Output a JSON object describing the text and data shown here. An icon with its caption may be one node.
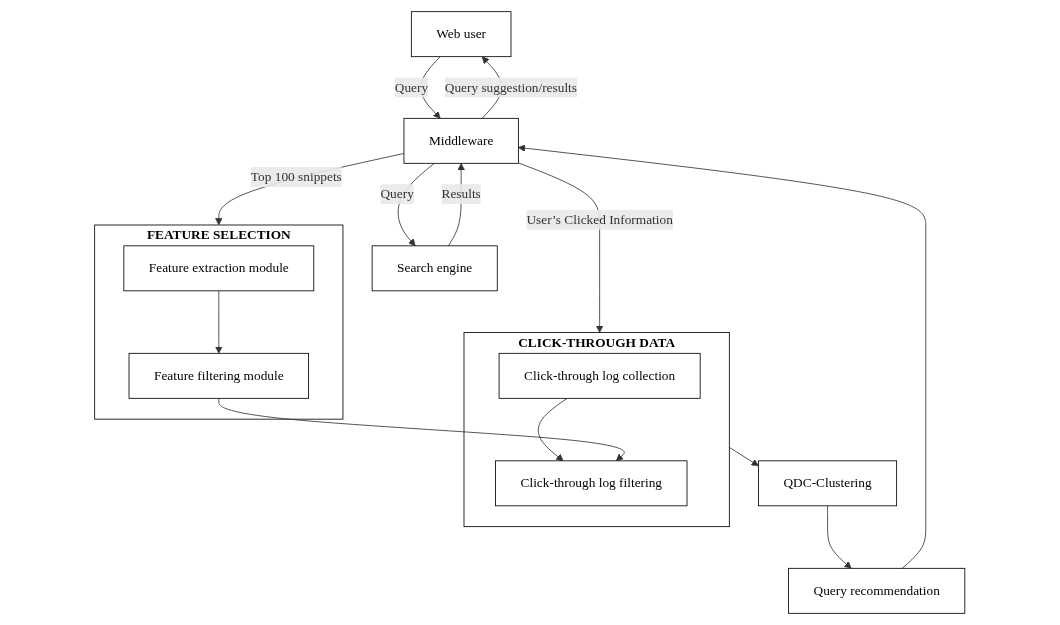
{
  "diagram": {
    "nodes": [
      {
        "text": [
          "Web user"
        ]
      },
      {
        "text": [
          "Middleware"
        ]
      },
      {
        "text": [
          "Search engine"
        ]
      },
      {
        "text": [
          "CLICK-THROUGH DATA"
        ]
      },
      {
        "text": [
          "Click-through log collection"
        ],
        "in": 3
      },
      {
        "text": [
          "Click-through log filtering"
        ],
        "in": 3
      },
      {
        "text": [
          "FEATURE SELECTION"
        ]
      },
      {
        "text": [
          "Feature extraction module"
        ],
        "in": 6
      },
      {
        "text": [
          "Feature filtering module"
        ],
        "in": 6
      },
      {
        "text": [
          "QDC-Clustering"
        ]
      },
      {
        "text": [
          "Query recommendation"
        ]
      }
    ],
    "edges": [
      {
        "from": 0,
        "to": 1,
        "arrow": "to",
        "label": "Query"
      },
      {
        "from": 1,
        "to": 0,
        "arrow": "to",
        "label": "Query suggestion/results"
      },
      {
        "from": 1,
        "to": 2,
        "arrow": "to",
        "label": "Query"
      },
      {
        "from": 2,
        "to": 1,
        "arrow": "to",
        "label": "Results"
      },
      {
        "from": 1,
        "to": 3,
        "arrow": "to",
        "label": "User’s Clicked Information"
      },
      {
        "from": 1,
        "to": 6,
        "arrow": "to",
        "label": "Top 100 snippets"
      },
      {
        "from": 4,
        "to": 5,
        "arrow": "to"
      },
      {
        "from": 7,
        "to": 8,
        "arrow": "to"
      },
      {
        "from": 8,
        "to": 5,
        "arrow": "to"
      },
      {
        "from": 3,
        "to": 9,
        "arrow": "to"
      },
      {
        "from": 9,
        "to": 10,
        "arrow": "to"
      },
      {
        "from": 10,
        "to": 1,
        "arrow": "to"
      }
    ]
  }
}
